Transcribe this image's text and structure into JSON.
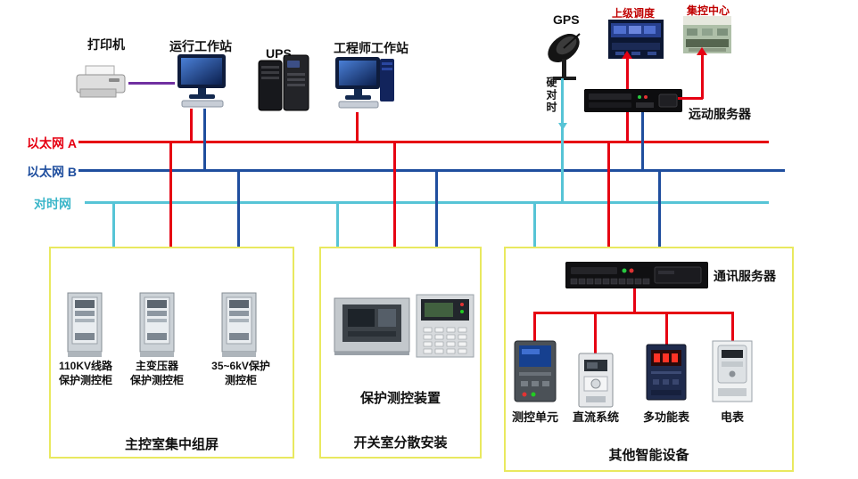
{
  "colors": {
    "ethernet_a": "#e60012",
    "ethernet_b": "#1f4e9e",
    "time_net": "#56c4d6",
    "printer_link": "#7030a0",
    "group_box_border": "#e9e95f",
    "dispatch_text": "#c00000"
  },
  "top": {
    "printer": "打印机",
    "operator_ws": "运行工作站",
    "ups": "UPS",
    "engineer_ws": "工程师工作站",
    "gps": "GPS",
    "superior_dispatch": "上级调度",
    "control_center": "集控中心",
    "remote_server": "远动服务器",
    "hard_time_sync": "硬对时"
  },
  "buses": {
    "ethernet_a": "以太网 A",
    "ethernet_b": "以太网 B",
    "time_net": "对时网"
  },
  "left_group": {
    "cabinets": [
      {
        "label": "110KV线路\n保护测控柜"
      },
      {
        "label": "主变压器\n保护测控柜"
      },
      {
        "label": "35~6kV保护\n测控柜"
      }
    ],
    "caption": "主控室集中组屏"
  },
  "middle_group": {
    "device_label": "保护测控装置",
    "caption": "开关室分散安装"
  },
  "right_group": {
    "comm_server": "通讯服务器",
    "devices": [
      {
        "label": "测控单元"
      },
      {
        "label": "直流系统"
      },
      {
        "label": "多功能表"
      },
      {
        "label": "电表"
      }
    ],
    "caption": "其他智能设备"
  }
}
